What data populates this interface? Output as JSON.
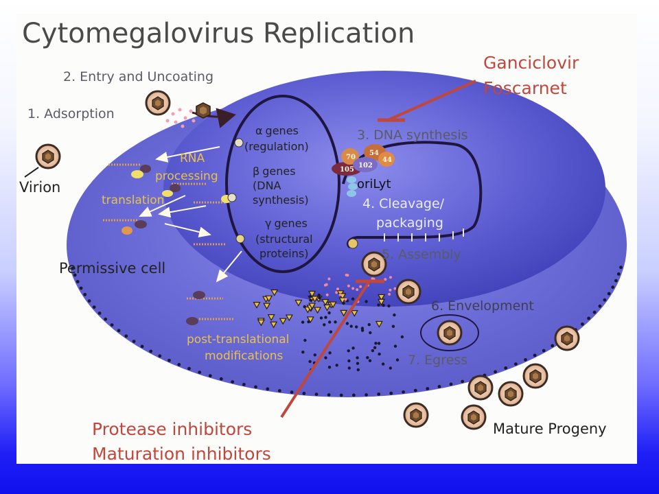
{
  "title": "Cytomegalovirus Replication",
  "steps": {
    "s1": "1. Adsorption",
    "s2": "2. Entry and Uncoating",
    "s3": "3. DNA synthesis",
    "s4a": "4. Cleavage/",
    "s4b": "packaging",
    "s5": "5. Assembly",
    "s6": "6. Envelopment",
    "s7": "7. Egress"
  },
  "labels": {
    "virion": "Virion",
    "permissive_cell": "Permissive cell",
    "mature_progeny": "Mature Progeny",
    "orilyt": "oriLyt"
  },
  "genes": {
    "alpha_1": "genes",
    "alpha_2": "(regulation)",
    "beta_1": "genes",
    "beta_2": "(DNA",
    "beta_3": "synthesis)",
    "gamma_1": "genes",
    "gamma_2": "(structural",
    "gamma_3": "proteins)"
  },
  "greek": {
    "alpha": "α",
    "beta": "β",
    "gamma": "γ"
  },
  "processes": {
    "rna_1": "RNA",
    "rna_2": "processing",
    "translation": "translation",
    "ptm_1": "post-translational",
    "ptm_2": "modifications"
  },
  "drugs": {
    "ganciclovir": "Ganciclovir",
    "foscarnet": "Foscarnet",
    "protease": "Protease inhibitors",
    "maturation": "Maturation inhibitors"
  },
  "proteins": {
    "p70": "70",
    "p54": "54",
    "p44": "44",
    "p102": "102",
    "p105": "105"
  },
  "colors": {
    "cell": "#6a6ad6",
    "nucleus": "#4a4ac2",
    "drug_red": "#c0473b",
    "process_yellow": "#e8c24a"
  }
}
